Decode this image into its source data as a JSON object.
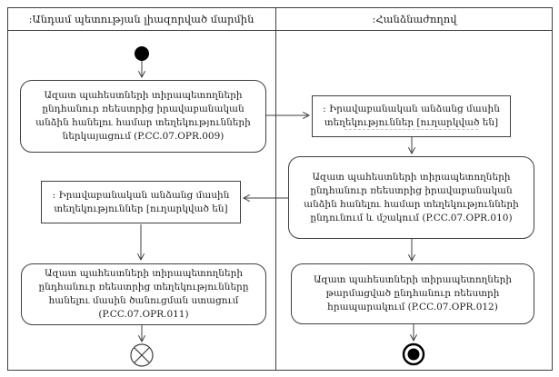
{
  "diagram": {
    "lanes": [
      {
        "label": ":Անդամ պետության լիազորված մարմին"
      },
      {
        "label": ":Հանձնաժողով"
      }
    ],
    "nodes": {
      "opr009": {
        "type": "action",
        "lane": 0,
        "text": "Ազատ պահեստների տիրապետողների ընդհանուր ռեեստրից իրավաբանական անձին հանելու համար տեղեկությունների ներկայացում (P.CC.07.OPR.009)"
      },
      "obj_right": {
        "type": "object",
        "lane": 1,
        "text": ": Իրավաբանական անձանց մասին տեղեկություններ [ուղարկված են]"
      },
      "opr010": {
        "type": "action",
        "lane": 1,
        "text": "Ազատ պահեստների տիրապետողների ընդհանուր ռեեստրից իրավաբանական անձին հանելու համար տեղեկությունների ընդունում և մշակում (P.CC.07.OPR.010)"
      },
      "obj_left": {
        "type": "object",
        "lane": 0,
        "text": ": Իրավաբանական անձանց մասին տեղեկություններ [ուղարկված են]"
      },
      "opr011": {
        "type": "action",
        "lane": 0,
        "text": "Ազատ պահեստների տիրապետողների ընդհանուր ռեեստրից տեղեկությունները հանելու մասին ծանուցման ստացում (P.CC.07.OPR.011)"
      },
      "opr012": {
        "type": "action",
        "lane": 1,
        "text": "Ազատ պահեստների տիրապետողների թարմացված ընդհանուր ռեեստրի հրապարակում (P.CC.07.OPR.012)"
      }
    },
    "terminators": {
      "start": "initial-node",
      "flow_final": "flow-final-node",
      "activity_final": "activity-final-node"
    },
    "colors": {
      "line": "#3f3f3f",
      "text": "#1d1d1d",
      "background": "#ffffff"
    }
  }
}
